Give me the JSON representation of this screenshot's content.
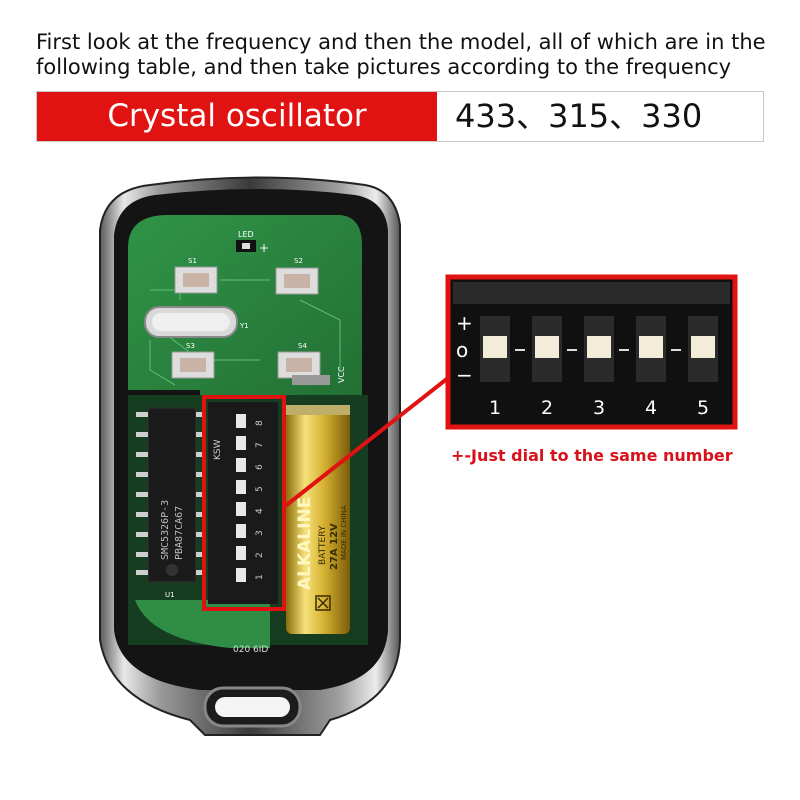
{
  "intro": {
    "line1": "First look at the frequency and then the model, all of which are in the",
    "line2": "following table, and then take pictures according to the frequency"
  },
  "frequency_table": {
    "label": "Crystal oscillator frequency",
    "values": "433、315、330"
  },
  "pcb": {
    "led": "LED",
    "s1": "S1",
    "s2": "S2",
    "s3": "S3",
    "s4": "S4",
    "y1": "Y1",
    "vcc": "VCC",
    "ic_line1": "SMC5326P-3",
    "ic_line2": "PBA87CA67",
    "u1": "U1",
    "ksw": "KSW",
    "code": "020 6ID"
  },
  "battery": {
    "brand": "ALKALINE",
    "line1": "BATTERY",
    "line2": "27A 12V",
    "line3": "MADE IN CHINA"
  },
  "dip_zoom": {
    "plus": "+",
    "zero": "o",
    "minus": "−",
    "numbers": [
      "1",
      "2",
      "3",
      "4",
      "5"
    ],
    "note": "+-Just dial to the same number"
  },
  "dip_board": {
    "numbers": [
      "1",
      "2",
      "3",
      "4",
      "5",
      "6",
      "7",
      "8"
    ]
  },
  "colors": {
    "red": "#e11212",
    "pcb_green": "#2e8b3f",
    "note_red": "#d8121a"
  }
}
